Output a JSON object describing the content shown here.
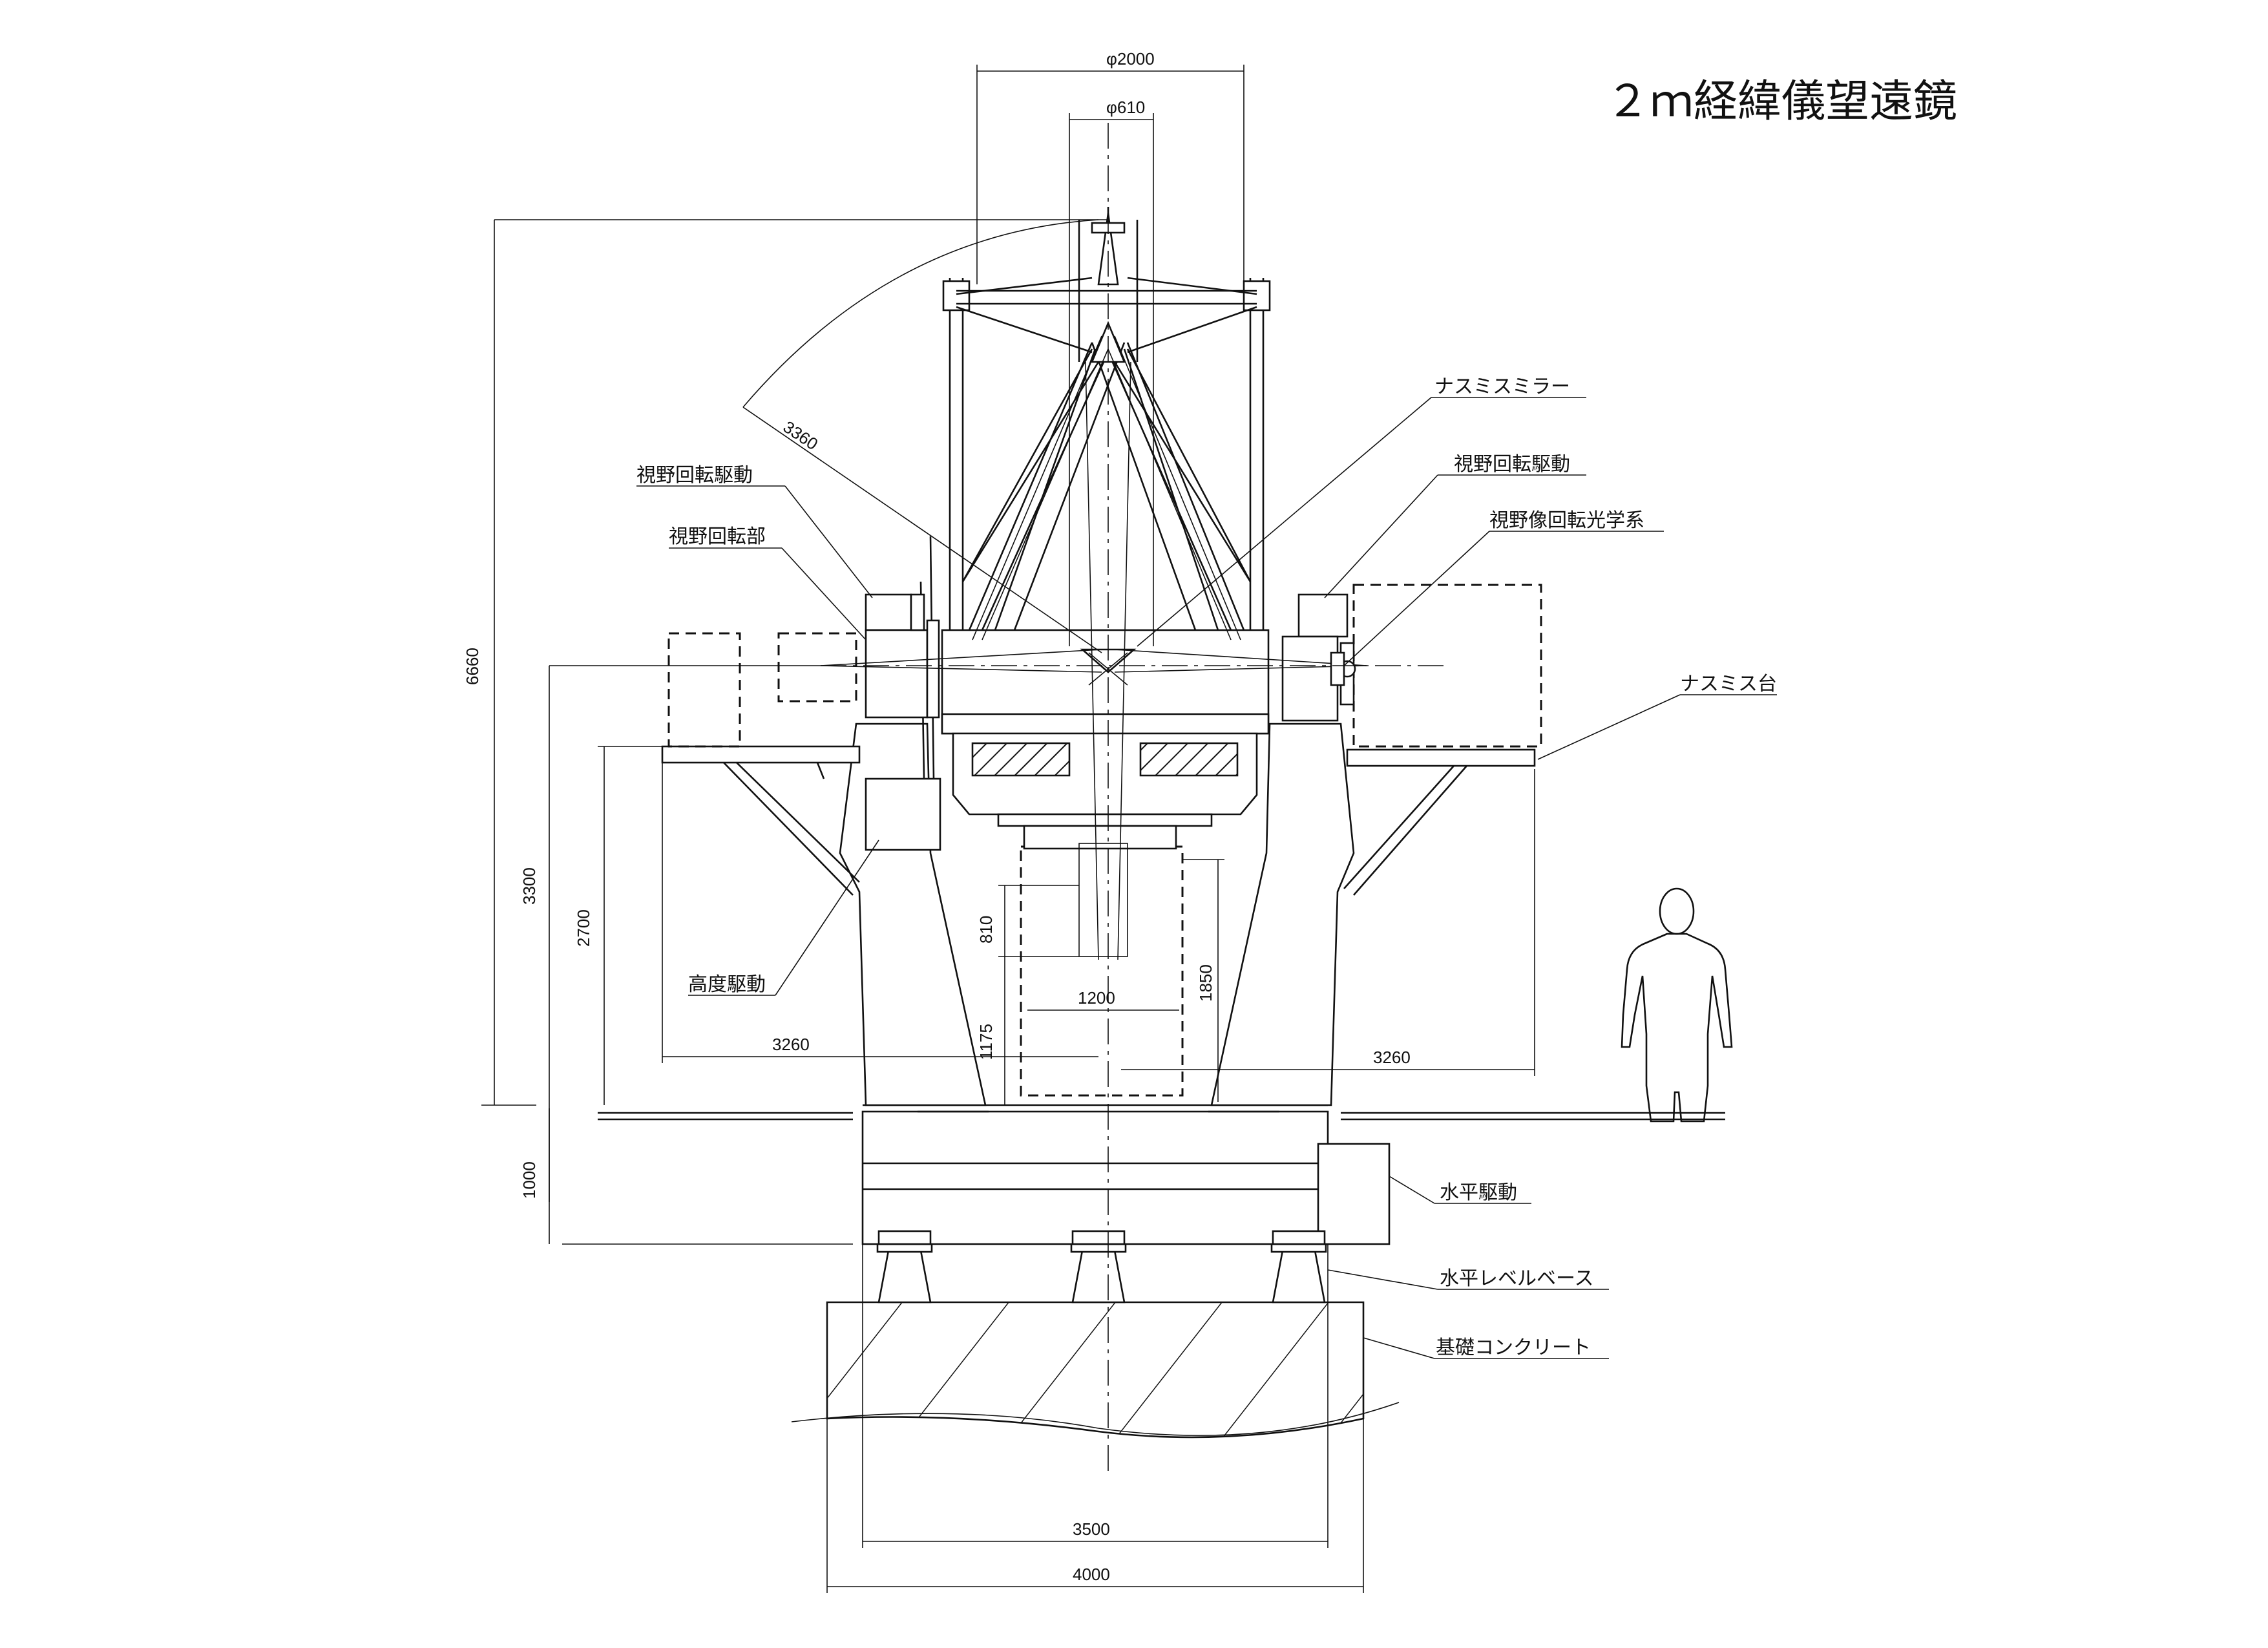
{
  "title": "２ｍ経緯儀望遠鏡",
  "labels": {
    "nasmyth_mirror": "ナスミスミラー",
    "fov_rot_drive_left": "視野回転駆動",
    "fov_rot_unit": "視野回転部",
    "fov_rot_drive_right": "視野回転駆動",
    "image_rot_optics": "視野像回転光学系",
    "nasmyth_platform": "ナスミス台",
    "elevation_drive": "高度駆動",
    "azimuth_drive": "水平駆動",
    "level_base": "水平レベルベース",
    "foundation": "基礎コンクリート"
  },
  "dimensions": {
    "tube_diameter": "φ2000",
    "secondary_diameter": "φ610",
    "swing_radius": "3360",
    "total_height": "6660",
    "axis_height": "3300",
    "platform_height": "2700",
    "left_reach": "3260",
    "right_reach": "3260",
    "lower_810": "810",
    "lower_1175": "1175",
    "cassegrain_width": "1200",
    "cassegrain_depth": "1850",
    "base_height": "1000",
    "base_width": "3500",
    "foundation_width": "4000"
  }
}
